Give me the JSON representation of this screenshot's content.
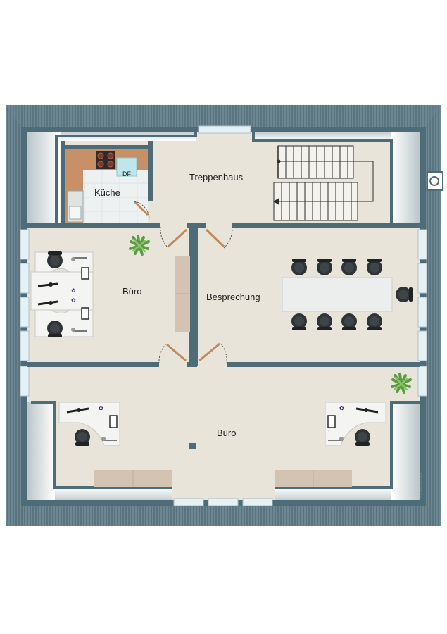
{
  "rooms": {
    "kitchen": "Küche",
    "stairwell": "Treppenhaus",
    "office_left": "Büro",
    "meeting": "Besprechung",
    "office_bottom": "Büro"
  },
  "fixtures": {
    "dishwasher": "DF"
  },
  "credit": "immogrundrisse",
  "colors": {
    "roof": "#5b7580",
    "wall": "#4e6b78",
    "floor": "#e8e4da",
    "kitchen_counter": "#c89066",
    "furniture": "#d2c3b2",
    "plant": "#6aa84f"
  }
}
